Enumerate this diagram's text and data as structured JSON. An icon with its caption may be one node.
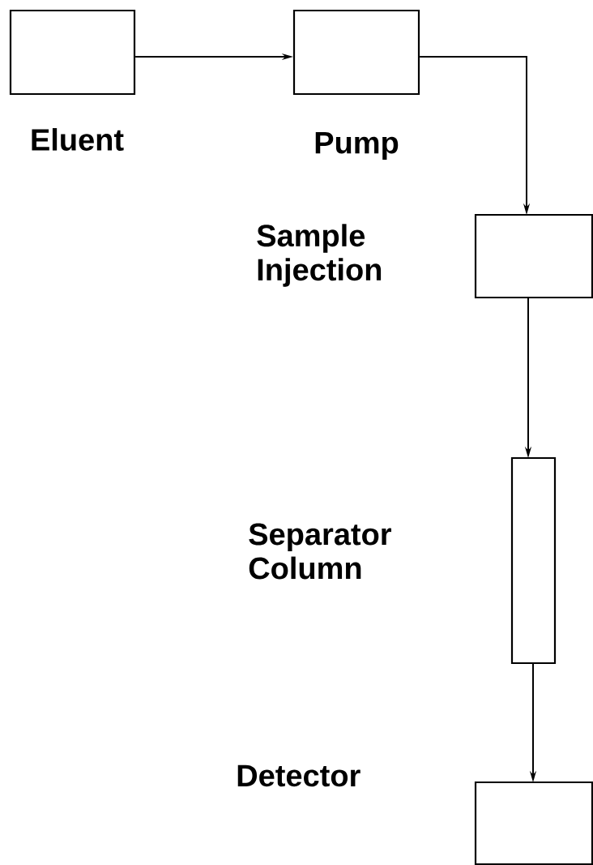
{
  "diagram": {
    "nodes": [
      {
        "text": [
          "Eluent"
        ]
      },
      {
        "text": [
          "Pump"
        ]
      },
      {
        "text": [
          "Sample Injection"
        ]
      },
      {
        "text": [
          "Separator Column"
        ]
      },
      {
        "text": [
          "Detector"
        ]
      }
    ],
    "edges": [
      {
        "from": 0,
        "to": 1,
        "arrow": "to"
      },
      {
        "from": 1,
        "to": 2,
        "arrow": "to"
      },
      {
        "from": 2,
        "to": 3,
        "arrow": "to"
      },
      {
        "from": 3,
        "to": 4,
        "arrow": "to"
      }
    ]
  }
}
